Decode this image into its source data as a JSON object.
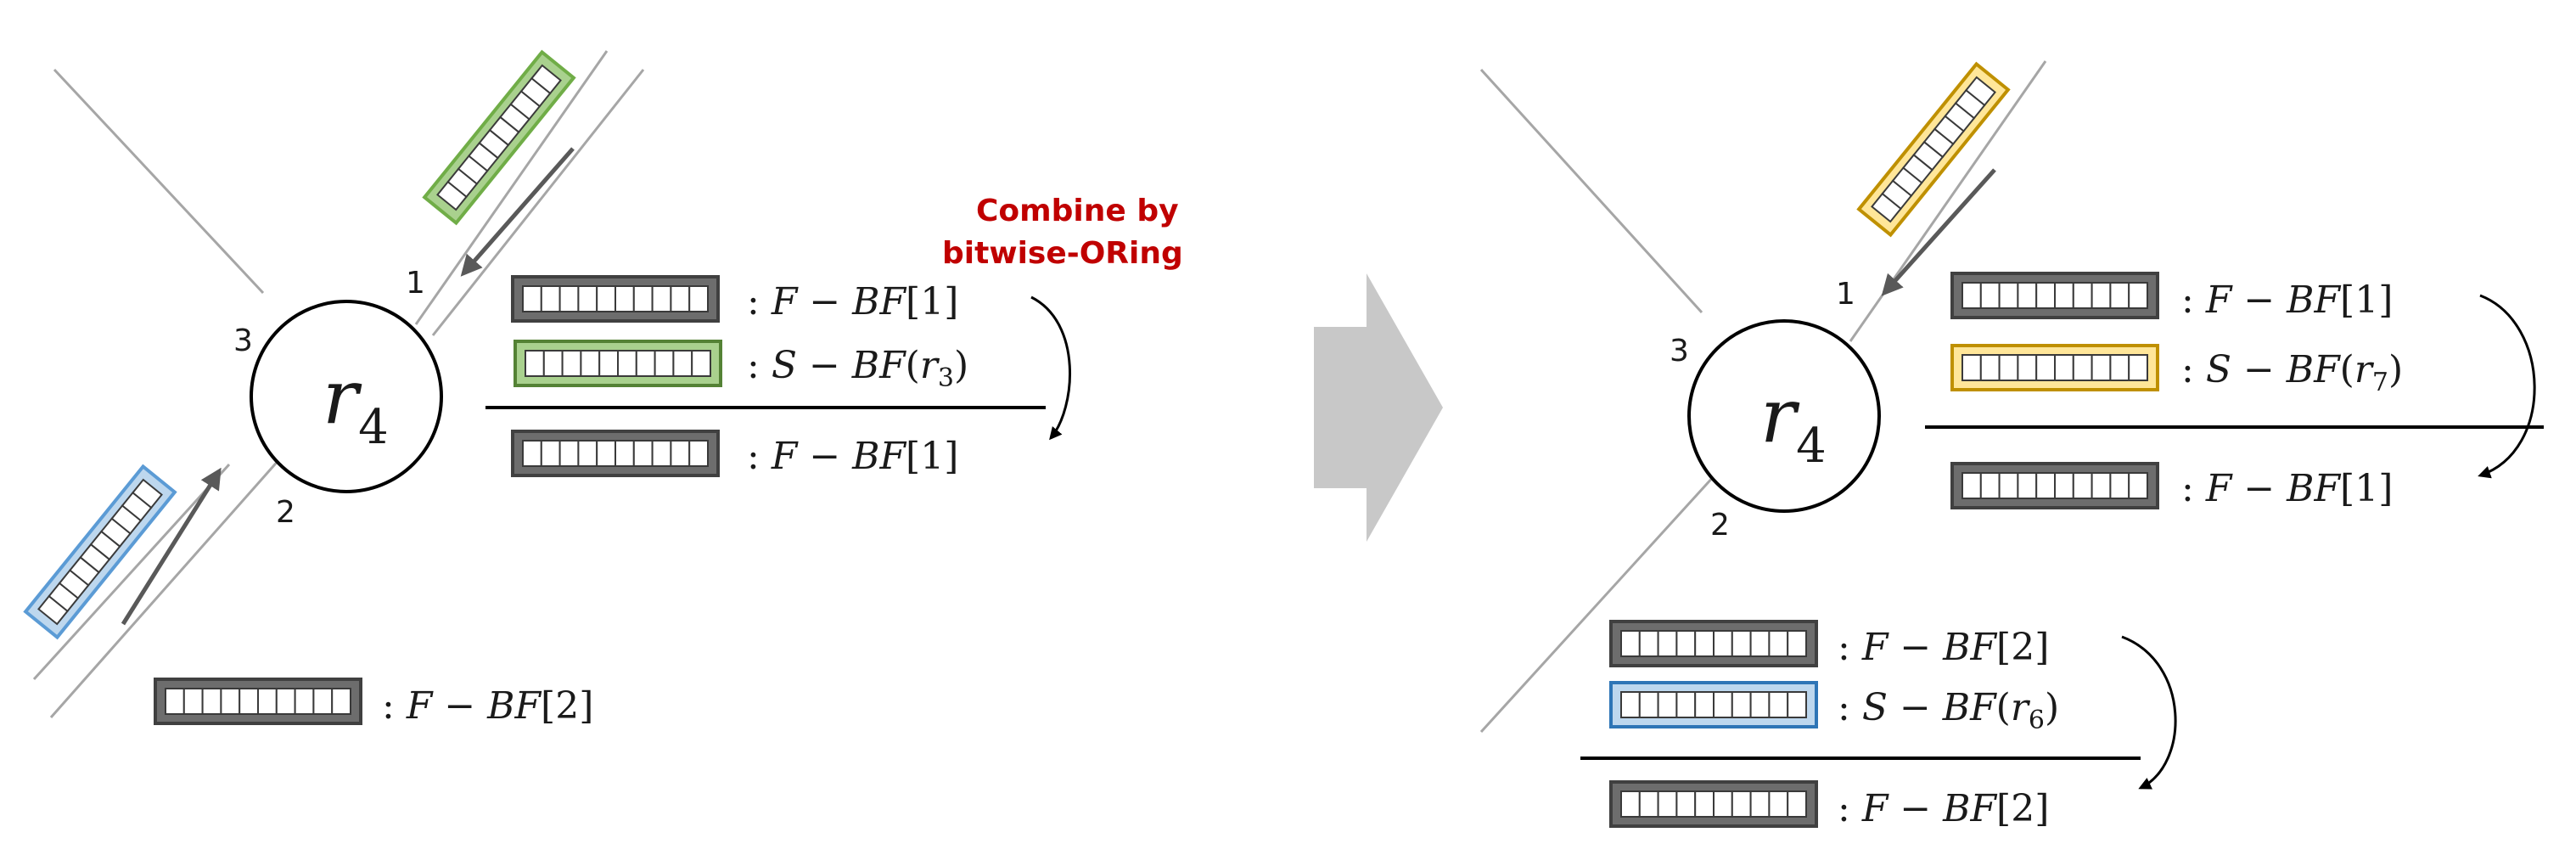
{
  "left_panel": {
    "router": {
      "base": "r",
      "sub": "4"
    },
    "ports": {
      "p1": "1",
      "p2": "2",
      "p3": "3"
    },
    "rows": {
      "a": {
        "label": "F − BF",
        "idx": "[1]"
      },
      "b": {
        "label": "S − BF",
        "open": "(",
        "sub_base": "r",
        "sub_n": "3",
        "close": ")"
      },
      "c": {
        "label": "F − BF",
        "idx": "[1]"
      },
      "d": {
        "label": "F − BF",
        "idx": "[2]"
      }
    },
    "note": {
      "line1": "Combine by",
      "line2": "bitwise-ORing"
    }
  },
  "right_panel": {
    "router": {
      "base": "r",
      "sub": "4"
    },
    "ports": {
      "p1": "1",
      "p2": "2",
      "p3": "3"
    },
    "top_rows": {
      "a": {
        "label": "F − BF",
        "idx": "[1]"
      },
      "b": {
        "label": "S − BF",
        "open": "(",
        "sub_base": "r",
        "sub_n": "7",
        "close": ")"
      },
      "c": {
        "label": "F − BF",
        "idx": "[1]"
      }
    },
    "bottom_rows": {
      "a": {
        "label": "F − BF",
        "idx": "[2]"
      },
      "b": {
        "label": "S − BF",
        "open": "(",
        "sub_base": "r",
        "sub_n": "6",
        "close": ")"
      },
      "c": {
        "label": "F − BF",
        "idx": "[2]"
      }
    }
  },
  "colors": {
    "dark_filter": "#6d6d6d",
    "green_filter": "#a9d18e",
    "blue_filter": "#bdd7ee",
    "yellow_filter": "#ffe699",
    "note_red": "#c00000",
    "big_arrow": "#c8c8c8"
  }
}
